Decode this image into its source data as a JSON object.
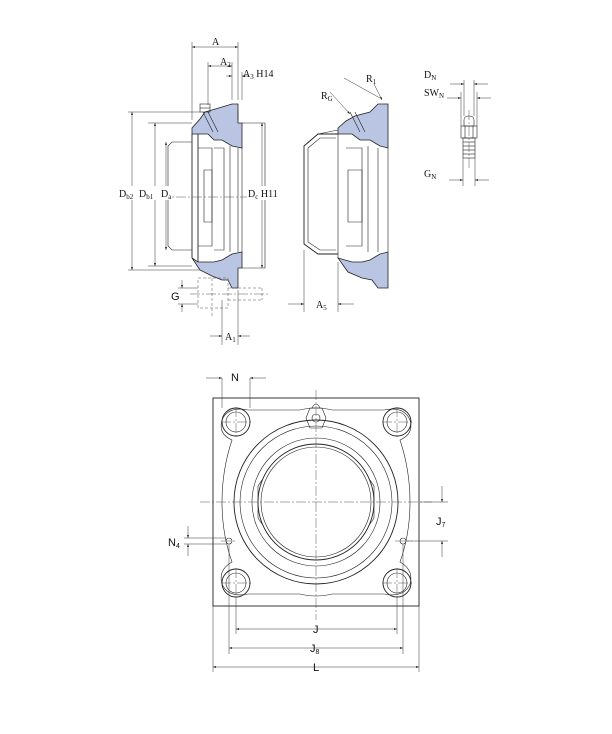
{
  "labels": {
    "A": "A",
    "A2_base": "A",
    "A2_sub": "2",
    "A3_base": "A",
    "A3_sub": "3",
    "A3_tol": " H14",
    "A1_base": "A",
    "A1_sub": "1",
    "A5_base": "A",
    "A5_sub": "5",
    "Db2_base": "D",
    "Db2_sub": "b2",
    "Db1_base": "D",
    "Db1_sub": "b1",
    "Da_base": "D",
    "Da_sub": "a",
    "Dc_base": "D",
    "Dc_sub": "c",
    "Dc_tol": " H11",
    "G": "G",
    "RG_base": "R",
    "RG_sub": "G",
    "R1_base": "R",
    "R1_sub": "1",
    "DN_base": "D",
    "DN_sub": "N",
    "SWN_base": "SW",
    "SWN_sub": "N",
    "GN_base": "G",
    "GN_sub": "N",
    "N": "N",
    "N4_base": "N",
    "N4_sub": "4",
    "J7_base": "J",
    "J7_sub": "7",
    "J": "J",
    "J8_base": "J",
    "J8_sub": "8",
    "L": "L"
  },
  "colors": {
    "section_fill": "#b9c5e3",
    "line": "#222222"
  },
  "icons": {
    "arrow": "arrowhead",
    "grease_nipple": "grease-nipple-icon"
  }
}
